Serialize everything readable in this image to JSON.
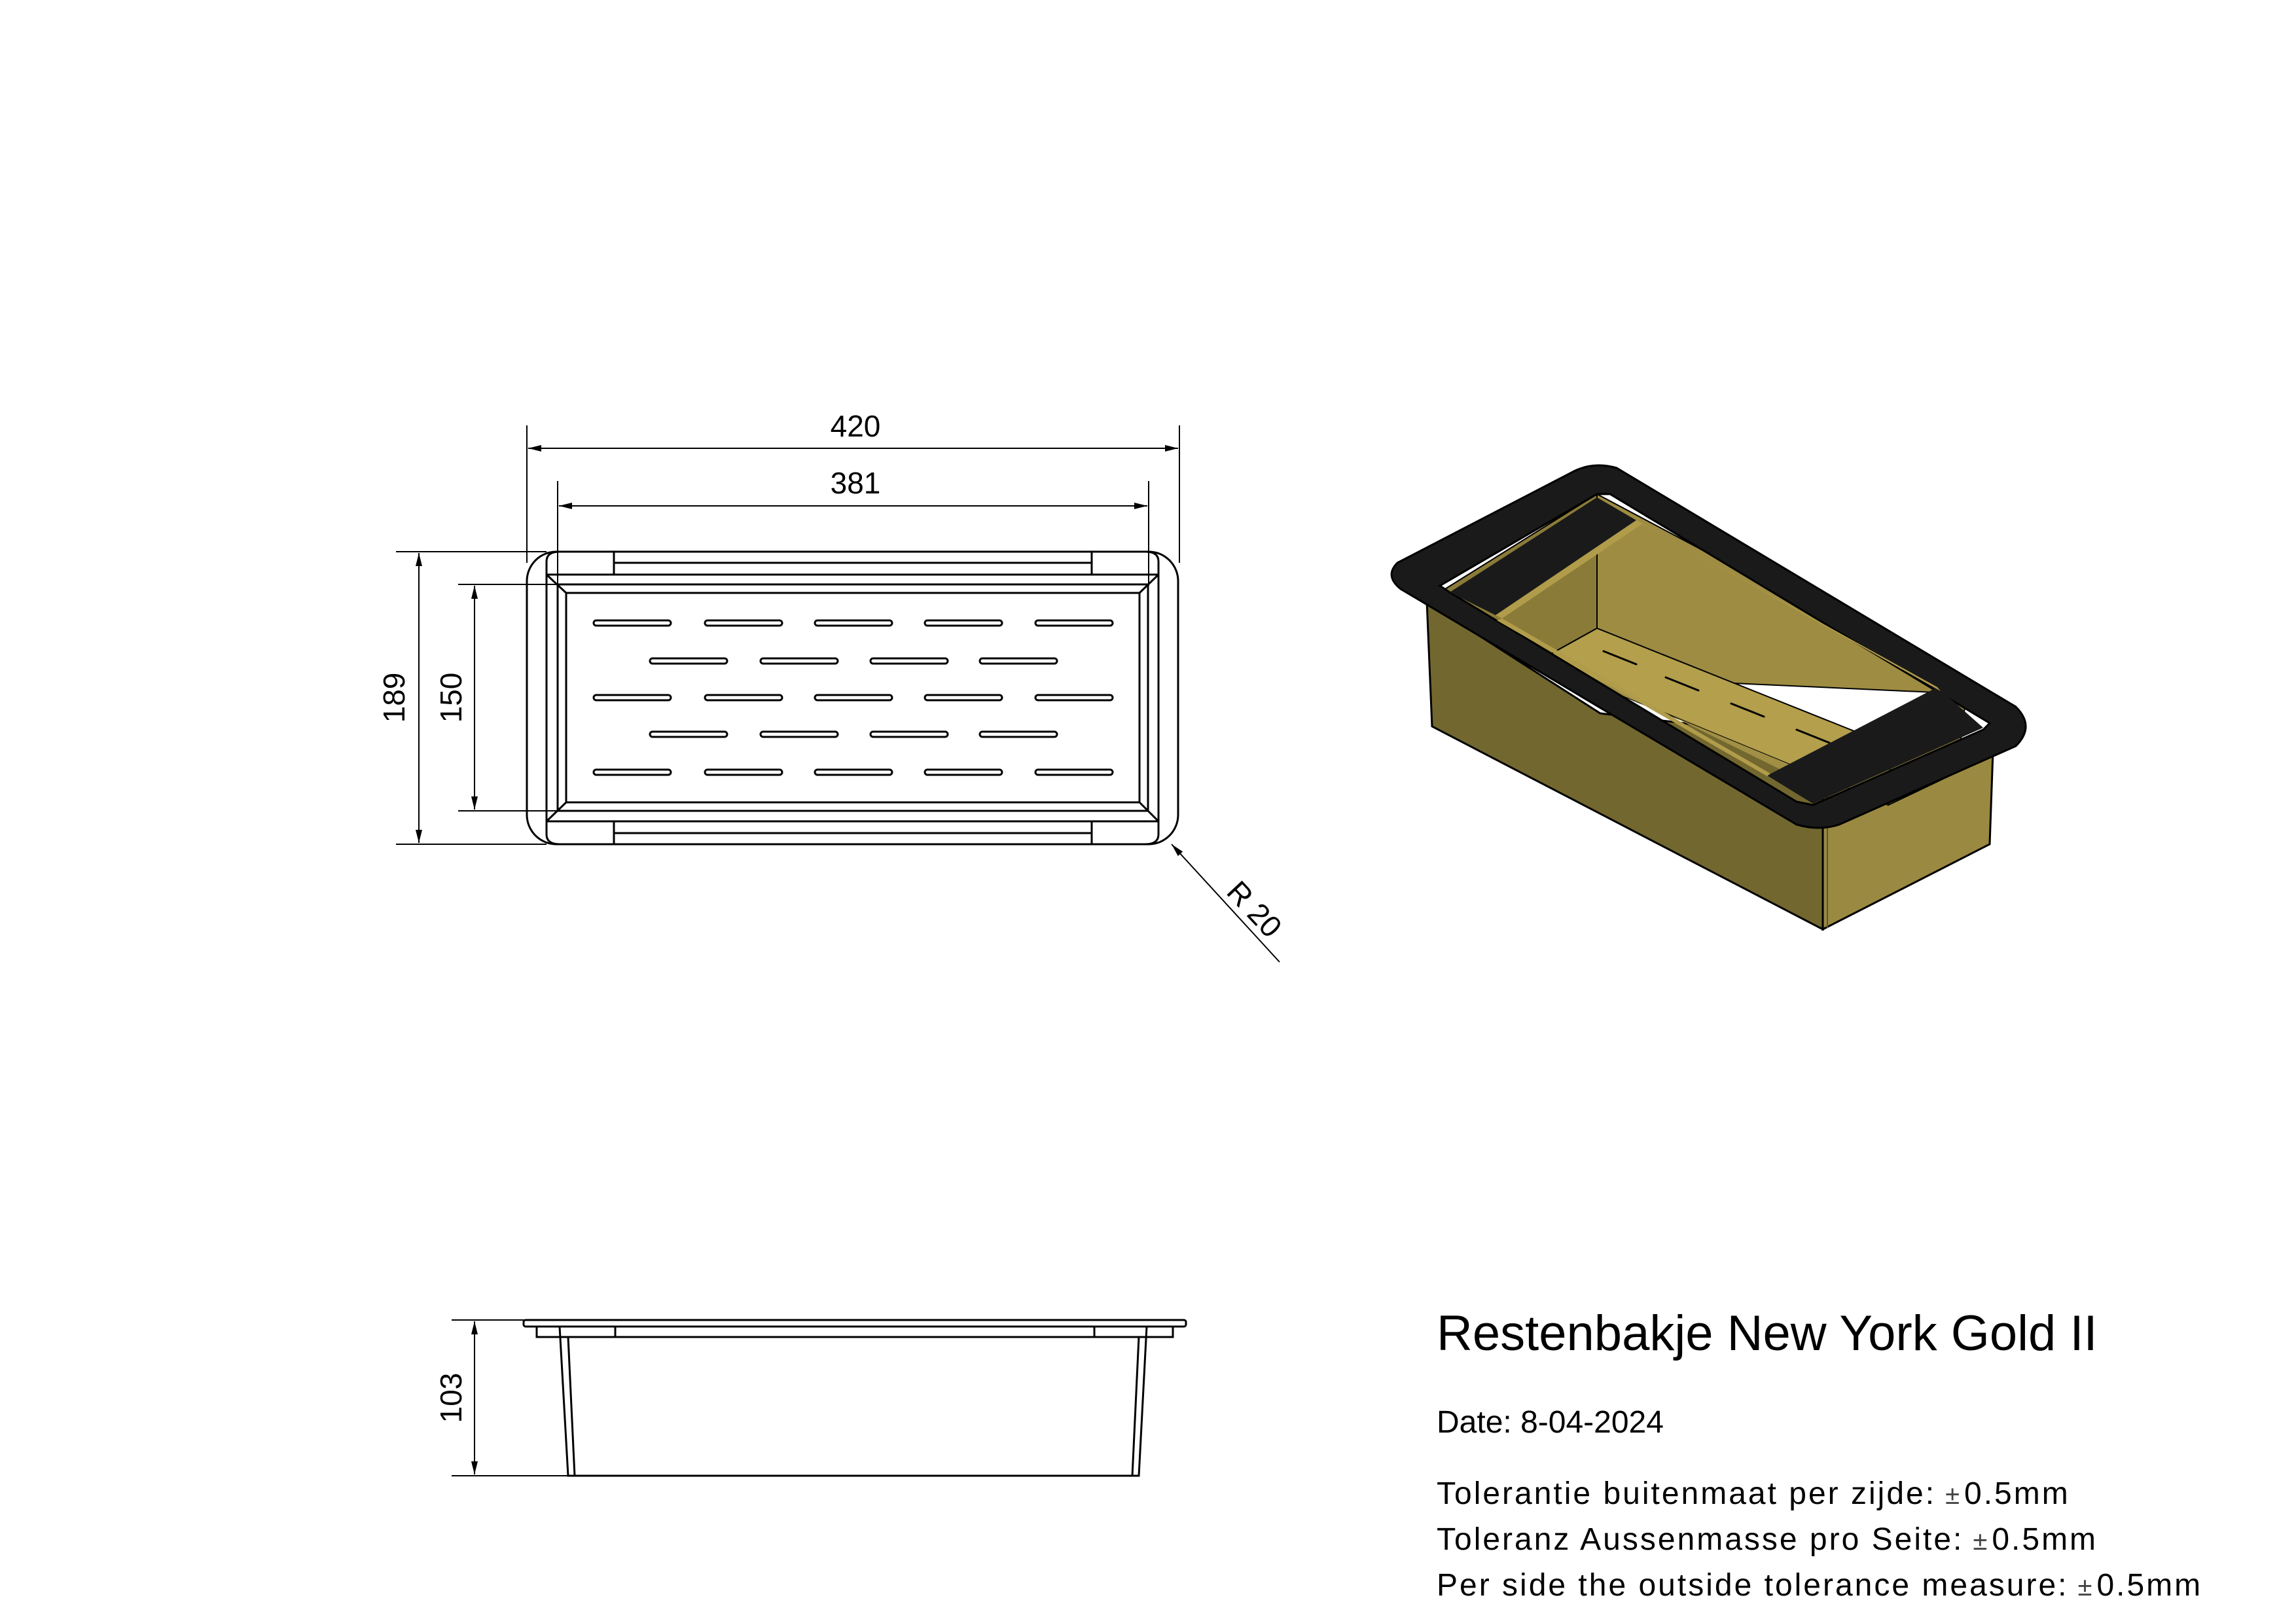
{
  "drawing": {
    "title": "Restenbakje New York Gold II",
    "date": "Date: 8-04-2024",
    "tolerances": [
      {
        "label": "Tolerantie buitenmaat per zijde:",
        "symbol": "±",
        "value": "0.5mm"
      },
      {
        "label": "Toleranz Aussenmasse pro Seite:",
        "symbol": "±",
        "value": "0.5mm"
      },
      {
        "label": "Per side the outside tolerance measure:",
        "symbol": "±",
        "value": "0.5mm"
      }
    ]
  },
  "dimensions": {
    "outer_length": "420",
    "inner_length": "381",
    "outer_width": "189",
    "inner_width": "150",
    "corner_radius": "R 20",
    "height": "103"
  },
  "colors": {
    "gold_light": "#a08f45",
    "gold_mid": "#8c7d3a",
    "gold_dark": "#72672f",
    "rim_black": "#1a1a1a",
    "line": "#000000"
  }
}
